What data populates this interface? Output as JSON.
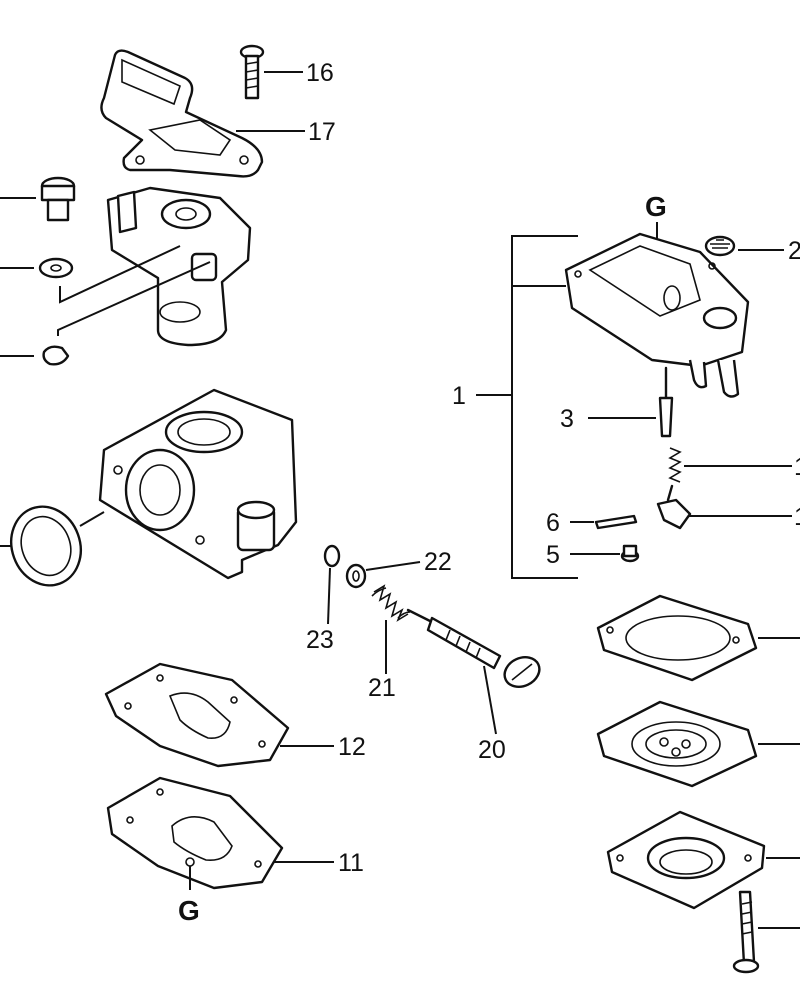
{
  "diagram": {
    "labels": {
      "l1": "1",
      "l3": "3",
      "l5": "5",
      "l6": "6",
      "l11": "11",
      "l12": "12",
      "l16": "16",
      "l17": "17",
      "l20": "20",
      "l21": "21",
      "l22": "22",
      "l23": "23",
      "g_top": "G",
      "g_bottom": "G",
      "r_partial_top": "2",
      "r_partial_a": "1",
      "r_partial_b": "1"
    }
  }
}
